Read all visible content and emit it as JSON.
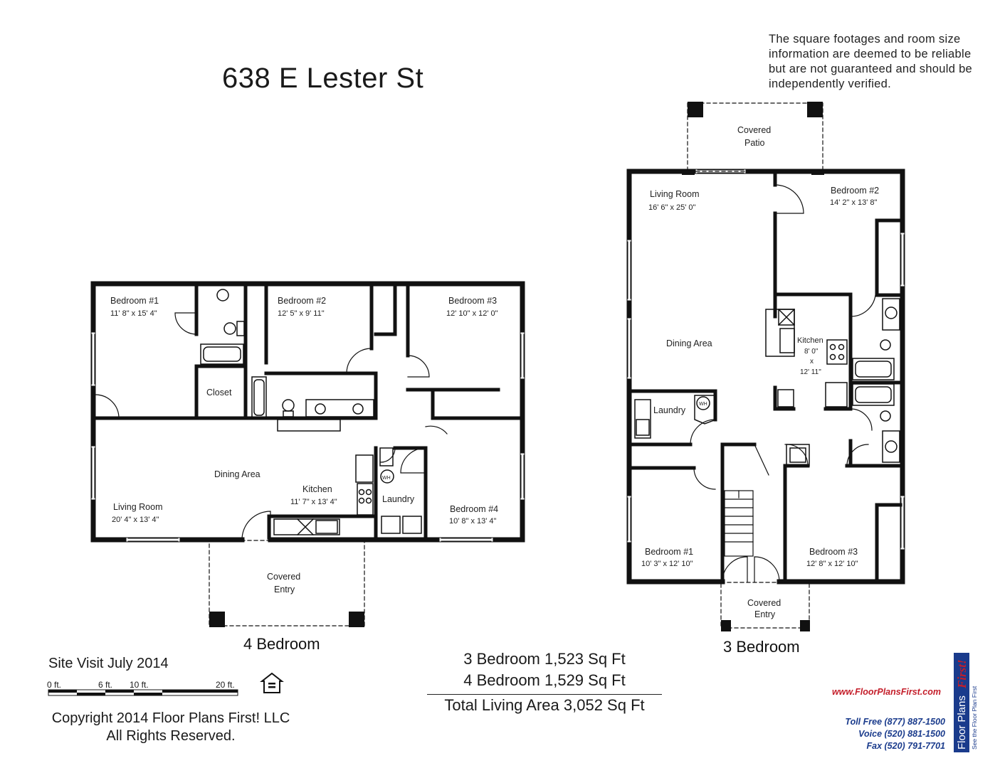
{
  "title": "638 E Lester St",
  "disclaimer": "The square footages and room size information are deemed to be reliable but are not guaranteed and should be independently verified.",
  "plan_4br": {
    "label": "4 Bedroom",
    "rooms": {
      "bedroom1": {
        "name": "Bedroom #1",
        "size": "11' 8\" x 15' 4\""
      },
      "bedroom2": {
        "name": "Bedroom #2",
        "size": "12' 5\" x 9' 11\""
      },
      "bedroom3": {
        "name": "Bedroom #3",
        "size": "12' 10\" x 12' 0\""
      },
      "bedroom4": {
        "name": "Bedroom #4",
        "size": "10' 8\" x 13' 4\""
      },
      "closet": {
        "name": "Closet"
      },
      "dining": {
        "name": "Dining Area"
      },
      "kitchen": {
        "name": "Kitchen",
        "size": "11' 7\" x 13' 4\""
      },
      "laundry": {
        "name": "Laundry"
      },
      "living": {
        "name": "Living Room",
        "size": "20' 4\" x 13' 4\""
      },
      "entry_line1": "Covered",
      "entry_line2": "Entry"
    }
  },
  "plan_3br": {
    "label": "3 Bedroom",
    "rooms": {
      "patio_line1": "Covered",
      "patio_line2": "Patio",
      "living": {
        "name": "Living Room",
        "size": "16' 6\" x 25' 0\""
      },
      "bedroom2": {
        "name": "Bedroom #2",
        "size": "14' 2\" x 13' 8\""
      },
      "dining": {
        "name": "Dining Area"
      },
      "kitchen": {
        "name": "Kitchen",
        "size_line1": "8' 0\"",
        "size_line2": "x",
        "size_line3": "12' 11\""
      },
      "laundry": {
        "name": "Laundry"
      },
      "bedroom1": {
        "name": "Bedroom #1",
        "size": "10' 3\" x 12' 10\""
      },
      "bedroom3": {
        "name": "Bedroom #3",
        "size": "12' 8\" x 12' 10\""
      },
      "entry_line1": "Covered",
      "entry_line2": "Entry"
    }
  },
  "appliance_wh": "WH",
  "site_visit": "Site Visit July 2014",
  "scale": {
    "tick0": "0 ft.",
    "tick1": "6 ft.",
    "tick2": "10 ft.",
    "tick3": "20 ft."
  },
  "copyright": {
    "line1": "Copyright 2014 Floor Plans First! LLC",
    "line2": "All Rights Reserved."
  },
  "totals": {
    "line1": "3 Bedroom 1,523 Sq Ft",
    "line2": "4 Bedroom 1,529 Sq Ft",
    "line3": "Total Living Area 3,052 Sq Ft"
  },
  "contact": {
    "url": "www.FloorPlansFirst.com",
    "toll_free": "Toll Free (877) 887-1500",
    "voice": "Voice (520) 881-1500",
    "fax": "Fax (520) 791-7701"
  },
  "logo": {
    "brand": "Floor Plans",
    "accent": "First!",
    "tagline": "See the Floor Plan First"
  },
  "colors": {
    "wall": "#111111",
    "brand_red": "#c41e2a",
    "brand_blue": "#1a3b8c"
  }
}
